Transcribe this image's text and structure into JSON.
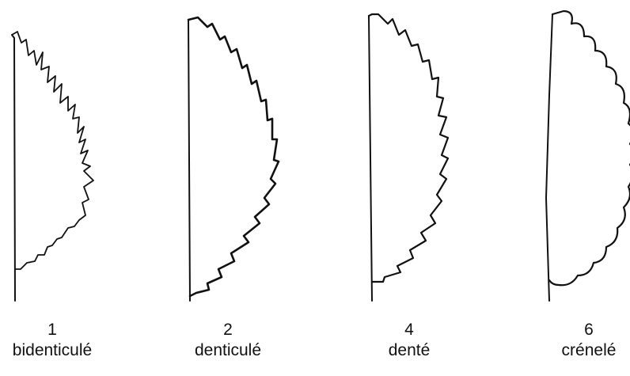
{
  "diagram": {
    "leaves": [
      {
        "number": "1",
        "label": "bidenticulé",
        "margin": "bidenticulate"
      },
      {
        "number": "2",
        "label": "denticulé",
        "margin": "denticulate"
      },
      {
        "number": "4",
        "label": "denté",
        "margin": "dentate"
      },
      {
        "number": "6",
        "label": "crénelé",
        "margin": "crenate"
      }
    ],
    "colors": {
      "ink": "#111111",
      "background": "#ffffff"
    }
  }
}
